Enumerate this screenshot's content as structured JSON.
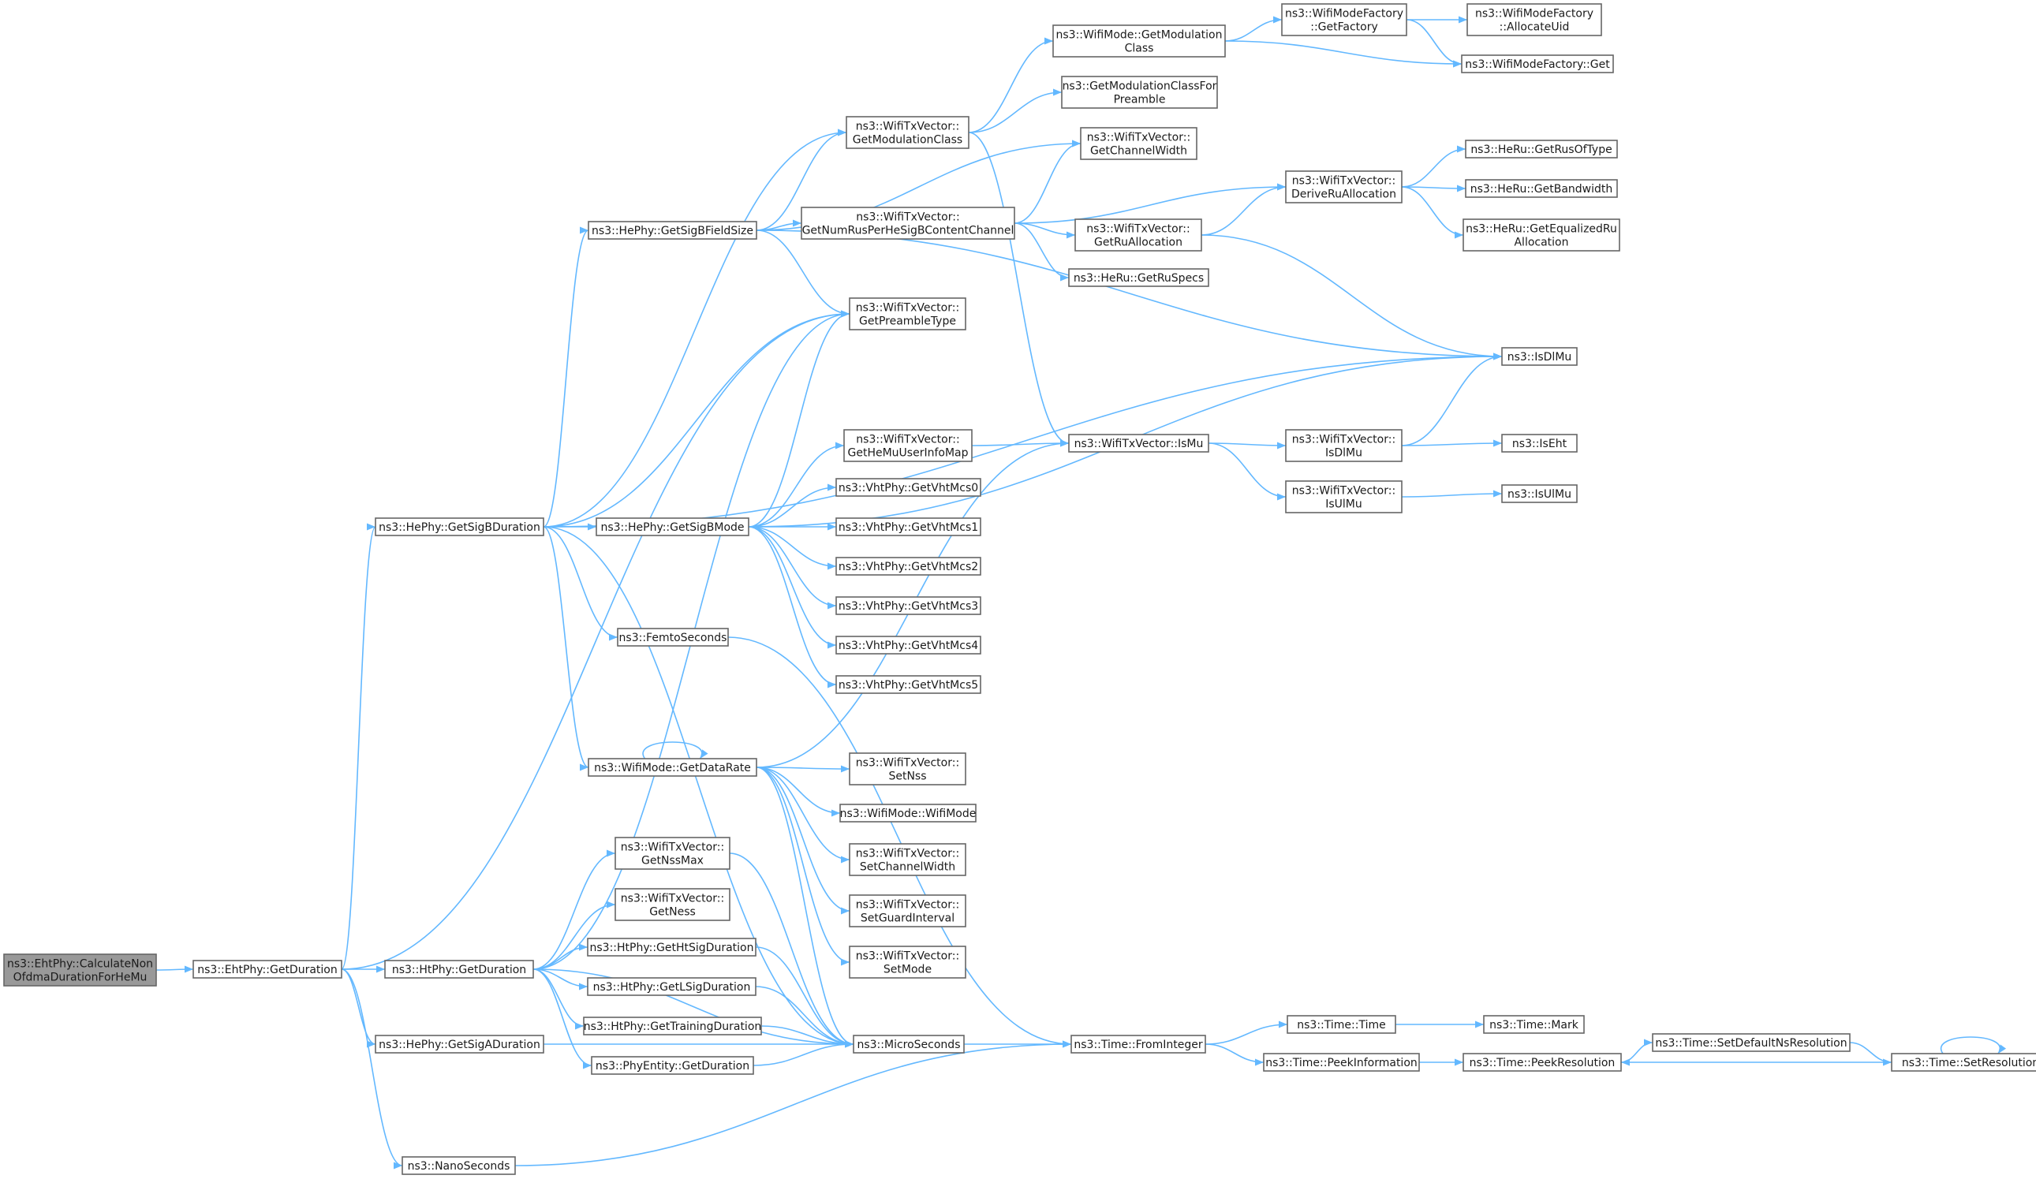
{
  "diagram": {
    "type": "call-graph",
    "colors": {
      "edge": "#63b8ff",
      "node_border": "#666666",
      "node_fill": "#ffffff",
      "root_fill": "#999999",
      "text": "#1a1a1a"
    },
    "nodes": [
      {
        "id": "root",
        "lines": [
          "ns3::EhtPhy::CalculateNon",
          "OfdmaDurationForHeMu"
        ],
        "root": true
      },
      {
        "id": "eht_getduration",
        "lines": [
          "ns3::EhtPhy::GetDuration"
        ]
      },
      {
        "id": "he_getsigbduration",
        "lines": [
          "ns3::HePhy::GetSigBDuration"
        ]
      },
      {
        "id": "ht_getduration",
        "lines": [
          "ns3::HtPhy::GetDuration"
        ]
      },
      {
        "id": "he_getsigaduration",
        "lines": [
          "ns3::HePhy::GetSigADuration"
        ]
      },
      {
        "id": "nanoseconds",
        "lines": [
          "ns3::NanoSeconds"
        ]
      },
      {
        "id": "he_getsigbfieldsize",
        "lines": [
          "ns3::HePhy::GetSigBFieldSize"
        ]
      },
      {
        "id": "he_getsigbmode",
        "lines": [
          "ns3::HePhy::GetSigBMode"
        ]
      },
      {
        "id": "femtoseconds",
        "lines": [
          "ns3::FemtoSeconds"
        ]
      },
      {
        "id": "wifimode_getdatarate",
        "lines": [
          "ns3::WifiMode::GetDataRate"
        ]
      },
      {
        "id": "txv_getnssmax",
        "lines": [
          "ns3::WifiTxVector::",
          "GetNssMax"
        ]
      },
      {
        "id": "txv_getness",
        "lines": [
          "ns3::WifiTxVector::",
          "GetNess"
        ]
      },
      {
        "id": "ht_gethtsigduration",
        "lines": [
          "ns3::HtPhy::GetHtSigDuration"
        ]
      },
      {
        "id": "ht_getlsigduration",
        "lines": [
          "ns3::HtPhy::GetLSigDuration"
        ]
      },
      {
        "id": "ht_gettrainingduration",
        "lines": [
          "ns3::HtPhy::GetTrainingDuration"
        ]
      },
      {
        "id": "phyentity_getduration",
        "lines": [
          "ns3::PhyEntity::GetDuration"
        ]
      },
      {
        "id": "txv_getmodulationclass",
        "lines": [
          "ns3::WifiTxVector::",
          "GetModulationClass"
        ]
      },
      {
        "id": "txv_getnumrus",
        "lines": [
          "ns3::WifiTxVector::",
          "GetNumRusPerHeSigBContentChannel"
        ]
      },
      {
        "id": "txv_getpreambletype",
        "lines": [
          "ns3::WifiTxVector::",
          "GetPreambleType"
        ]
      },
      {
        "id": "txv_gethemuuserinfomap",
        "lines": [
          "ns3::WifiTxVector::",
          "GetHeMuUserInfoMap"
        ]
      },
      {
        "id": "vht_mcs0",
        "lines": [
          "ns3::VhtPhy::GetVhtMcs0"
        ]
      },
      {
        "id": "vht_mcs1",
        "lines": [
          "ns3::VhtPhy::GetVhtMcs1"
        ]
      },
      {
        "id": "vht_mcs2",
        "lines": [
          "ns3::VhtPhy::GetVhtMcs2"
        ]
      },
      {
        "id": "vht_mcs3",
        "lines": [
          "ns3::VhtPhy::GetVhtMcs3"
        ]
      },
      {
        "id": "vht_mcs4",
        "lines": [
          "ns3::VhtPhy::GetVhtMcs4"
        ]
      },
      {
        "id": "vht_mcs5",
        "lines": [
          "ns3::VhtPhy::GetVhtMcs5"
        ]
      },
      {
        "id": "txv_setnss",
        "lines": [
          "ns3::WifiTxVector::",
          "SetNss"
        ]
      },
      {
        "id": "wifimode_wifimode",
        "lines": [
          "ns3::WifiMode::WifiMode"
        ]
      },
      {
        "id": "txv_setchannelwidth",
        "lines": [
          "ns3::WifiTxVector::",
          "SetChannelWidth"
        ]
      },
      {
        "id": "txv_setguardinterval",
        "lines": [
          "ns3::WifiTxVector::",
          "SetGuardInterval"
        ]
      },
      {
        "id": "txv_setmode",
        "lines": [
          "ns3::WifiTxVector::",
          "SetMode"
        ]
      },
      {
        "id": "microseconds",
        "lines": [
          "ns3::MicroSeconds"
        ]
      },
      {
        "id": "wifimode_getmodulationclass",
        "lines": [
          "ns3::WifiMode::GetModulation",
          "Class"
        ]
      },
      {
        "id": "getmodclassforpreamble",
        "lines": [
          "ns3::GetModulationClassFor",
          "Preamble"
        ]
      },
      {
        "id": "txv_getchannelwidth",
        "lines": [
          "ns3::WifiTxVector::",
          "GetChannelWidth"
        ]
      },
      {
        "id": "txv_getruallocation",
        "lines": [
          "ns3::WifiTxVector::",
          "GetRuAllocation"
        ]
      },
      {
        "id": "heru_getruspecs",
        "lines": [
          "ns3::HeRu::GetRuSpecs"
        ]
      },
      {
        "id": "txv_ismu",
        "lines": [
          "ns3::WifiTxVector::IsMu"
        ]
      },
      {
        "id": "time_frominteger",
        "lines": [
          "ns3::Time::FromInteger"
        ]
      },
      {
        "id": "wmf_getfactory",
        "lines": [
          "ns3::WifiModeFactory",
          "::GetFactory"
        ]
      },
      {
        "id": "txv_deriveruallocation",
        "lines": [
          "ns3::WifiTxVector::",
          "DeriveRuAllocation"
        ]
      },
      {
        "id": "txv_isdlmu",
        "lines": [
          "ns3::WifiTxVector::",
          "IsDlMu"
        ]
      },
      {
        "id": "txv_isulmu",
        "lines": [
          "ns3::WifiTxVector::",
          "IsUlMu"
        ]
      },
      {
        "id": "time_time",
        "lines": [
          "ns3::Time::Time"
        ]
      },
      {
        "id": "time_peekinformation",
        "lines": [
          "ns3::Time::PeekInformation"
        ]
      },
      {
        "id": "wmf_allocateuid",
        "lines": [
          "ns3::WifiModeFactory",
          "::AllocateUid"
        ]
      },
      {
        "id": "wmf_get",
        "lines": [
          "ns3::WifiModeFactory::Get"
        ]
      },
      {
        "id": "heru_getrusoftype",
        "lines": [
          "ns3::HeRu::GetRusOfType"
        ]
      },
      {
        "id": "heru_getbandwidth",
        "lines": [
          "ns3::HeRu::GetBandwidth"
        ]
      },
      {
        "id": "heru_getequalizedru",
        "lines": [
          "ns3::HeRu::GetEqualizedRu",
          "Allocation"
        ]
      },
      {
        "id": "isdlmu",
        "lines": [
          "ns3::IsDlMu"
        ]
      },
      {
        "id": "iseht",
        "lines": [
          "ns3::IsEht"
        ]
      },
      {
        "id": "isulmu",
        "lines": [
          "ns3::IsUlMu"
        ]
      },
      {
        "id": "time_mark",
        "lines": [
          "ns3::Time::Mark"
        ]
      },
      {
        "id": "time_peekresolution",
        "lines": [
          "ns3::Time::PeekResolution"
        ]
      },
      {
        "id": "time_setdefaultnsresolution",
        "lines": [
          "ns3::Time::SetDefaultNsResolution"
        ]
      },
      {
        "id": "time_setresolution",
        "lines": [
          "ns3::Time::SetResolution"
        ]
      }
    ],
    "edges": [
      [
        "root",
        "eht_getduration"
      ],
      [
        "eht_getduration",
        "he_getsigbduration"
      ],
      [
        "eht_getduration",
        "ht_getduration"
      ],
      [
        "eht_getduration",
        "he_getsigaduration"
      ],
      [
        "eht_getduration",
        "nanoseconds"
      ],
      [
        "eht_getduration",
        "txv_getpreambletype"
      ],
      [
        "he_getsigbduration",
        "he_getsigbfieldsize"
      ],
      [
        "he_getsigbduration",
        "he_getsigbmode"
      ],
      [
        "he_getsigbduration",
        "femtoseconds"
      ],
      [
        "he_getsigbduration",
        "wifimode_getdatarate"
      ],
      [
        "he_getsigbduration",
        "txv_getmodulationclass"
      ],
      [
        "he_getsigbduration",
        "txv_getpreambletype"
      ],
      [
        "he_getsigbduration",
        "isdlmu"
      ],
      [
        "he_getsigbduration",
        "microseconds"
      ],
      [
        "ht_getduration",
        "txv_getnssmax"
      ],
      [
        "ht_getduration",
        "txv_getness"
      ],
      [
        "ht_getduration",
        "ht_gethtsigduration"
      ],
      [
        "ht_getduration",
        "ht_getlsigduration"
      ],
      [
        "ht_getduration",
        "ht_gettrainingduration"
      ],
      [
        "ht_getduration",
        "phyentity_getduration"
      ],
      [
        "ht_getduration",
        "microseconds"
      ],
      [
        "ht_getduration",
        "txv_getpreambletype"
      ],
      [
        "he_getsigaduration",
        "microseconds"
      ],
      [
        "nanoseconds",
        "time_frominteger"
      ],
      [
        "he_getsigbfieldsize",
        "txv_getmodulationclass"
      ],
      [
        "he_getsigbfieldsize",
        "txv_getnumrus"
      ],
      [
        "he_getsigbfieldsize",
        "txv_getpreambletype"
      ],
      [
        "he_getsigbfieldsize",
        "txv_getchannelwidth"
      ],
      [
        "he_getsigbfieldsize",
        "isdlmu"
      ],
      [
        "he_getsigbmode",
        "txv_gethemuuserinfomap"
      ],
      [
        "he_getsigbmode",
        "vht_mcs0"
      ],
      [
        "he_getsigbmode",
        "vht_mcs1"
      ],
      [
        "he_getsigbmode",
        "vht_mcs2"
      ],
      [
        "he_getsigbmode",
        "vht_mcs3"
      ],
      [
        "he_getsigbmode",
        "vht_mcs4"
      ],
      [
        "he_getsigbmode",
        "vht_mcs5"
      ],
      [
        "he_getsigbmode",
        "txv_getpreambletype"
      ],
      [
        "he_getsigbmode",
        "isdlmu"
      ],
      [
        "femtoseconds",
        "time_frominteger"
      ],
      [
        "wifimode_getdatarate",
        "wifimode_getdatarate"
      ],
      [
        "wifimode_getdatarate",
        "txv_setnss"
      ],
      [
        "wifimode_getdatarate",
        "wifimode_wifimode"
      ],
      [
        "wifimode_getdatarate",
        "txv_setchannelwidth"
      ],
      [
        "wifimode_getdatarate",
        "txv_setguardinterval"
      ],
      [
        "wifimode_getdatarate",
        "txv_setmode"
      ],
      [
        "wifimode_getdatarate",
        "microseconds"
      ],
      [
        "wifimode_getdatarate",
        "txv_ismu"
      ],
      [
        "txv_getnssmax",
        "microseconds"
      ],
      [
        "ht_gethtsigduration",
        "microseconds"
      ],
      [
        "ht_getlsigduration",
        "microseconds"
      ],
      [
        "ht_gettrainingduration",
        "microseconds"
      ],
      [
        "phyentity_getduration",
        "microseconds"
      ],
      [
        "txv_getmodulationclass",
        "wifimode_getmodulationclass"
      ],
      [
        "txv_getmodulationclass",
        "getmodclassforpreamble"
      ],
      [
        "txv_getmodulationclass",
        "txv_ismu"
      ],
      [
        "txv_getnumrus",
        "txv_getchannelwidth"
      ],
      [
        "txv_getnumrus",
        "txv_getruallocation"
      ],
      [
        "txv_getnumrus",
        "heru_getruspecs"
      ],
      [
        "txv_getnumrus",
        "txv_deriveruallocation"
      ],
      [
        "txv_gethemuuserinfomap",
        "txv_ismu"
      ],
      [
        "microseconds",
        "time_frominteger"
      ],
      [
        "wifimode_getmodulationclass",
        "wmf_getfactory"
      ],
      [
        "wifimode_getmodulationclass",
        "wmf_get"
      ],
      [
        "txv_getruallocation",
        "txv_deriveruallocation"
      ],
      [
        "txv_getruallocation",
        "isdlmu"
      ],
      [
        "txv_ismu",
        "txv_isdlmu"
      ],
      [
        "txv_ismu",
        "txv_isulmu"
      ],
      [
        "time_frominteger",
        "time_time"
      ],
      [
        "time_frominteger",
        "time_peekinformation"
      ],
      [
        "wmf_getfactory",
        "wmf_allocateuid"
      ],
      [
        "wmf_getfactory",
        "wmf_get"
      ],
      [
        "txv_deriveruallocation",
        "heru_getrusoftype"
      ],
      [
        "txv_deriveruallocation",
        "heru_getbandwidth"
      ],
      [
        "txv_deriveruallocation",
        "heru_getequalizedru"
      ],
      [
        "txv_isdlmu",
        "isdlmu"
      ],
      [
        "txv_isdlmu",
        "iseht"
      ],
      [
        "txv_isulmu",
        "isulmu"
      ],
      [
        "time_time",
        "time_mark"
      ],
      [
        "time_peekinformation",
        "time_peekresolution"
      ],
      [
        "time_peekresolution",
        "time_setdefaultnsresolution"
      ],
      [
        "time_setdefaultnsresolution",
        "time_setresolution"
      ],
      [
        "time_setresolution",
        "time_peekresolution"
      ],
      [
        "time_setresolution",
        "time_setresolution"
      ]
    ]
  }
}
